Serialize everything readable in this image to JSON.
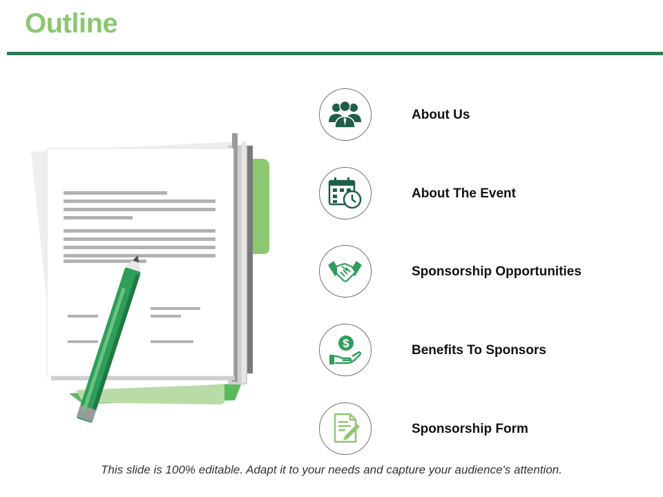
{
  "slide": {
    "title": "Outline",
    "footer": "This slide is 100% editable. Adapt it to your needs and capture your audience's attention."
  },
  "items": [
    {
      "label": "About Us",
      "icon": "team-icon"
    },
    {
      "label": "About The Event",
      "icon": "calendar-clock-icon"
    },
    {
      "label": "Sponsorship Opportunities",
      "icon": "handshake-icon"
    },
    {
      "label": "Benefits To Sponsors",
      "icon": "dollar-hand-icon"
    },
    {
      "label": "Sponsorship Form",
      "icon": "form-pen-icon"
    }
  ],
  "colors": {
    "title": "#8cc771",
    "rule": "#2d7a56",
    "icon_dark": "#1f5e4a",
    "icon_green": "#2e9e5a",
    "light_green": "#8cc771"
  }
}
